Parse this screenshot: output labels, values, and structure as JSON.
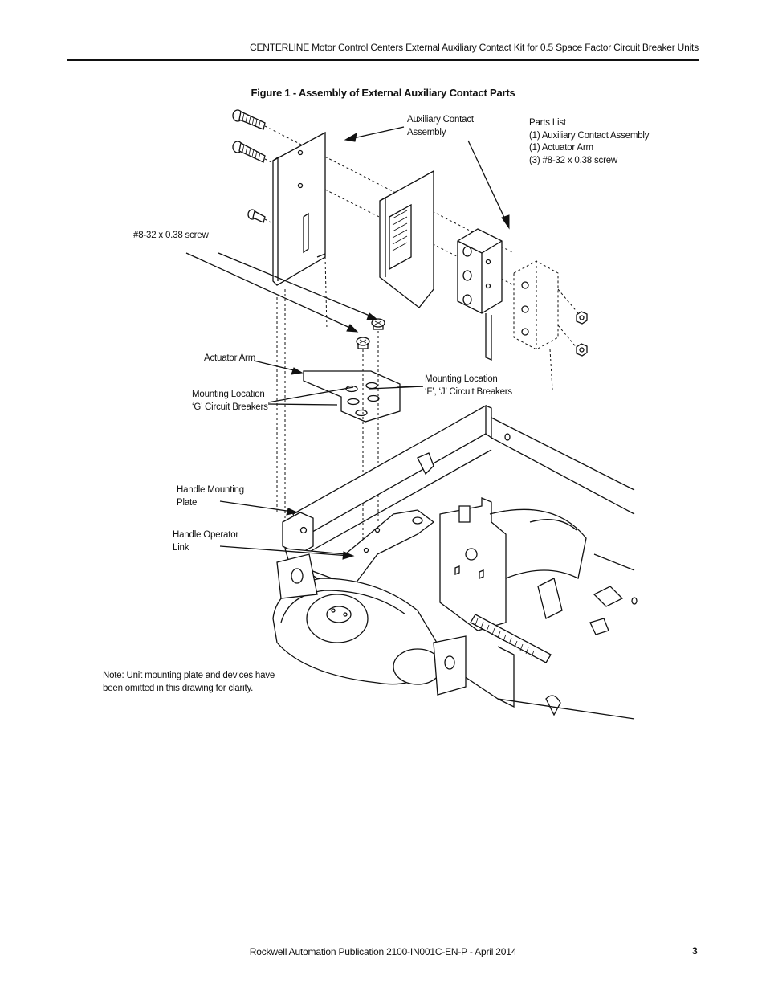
{
  "header": {
    "title": "CENTERLINE Motor Control Centers External Auxiliary Contact Kit for 0.5 Space Factor Circuit Breaker Units"
  },
  "figure": {
    "title": "Figure 1 - Assembly of External Auxiliary Contact Parts",
    "labels": {
      "aux_contact_line1": "Auxiliary Contact",
      "aux_contact_line2": "Assembly",
      "screw": "#8-32 x 0.38 screw",
      "actuator_arm": "Actuator Arm",
      "mount_fj_line1": "Mounting Location",
      "mount_fj_line2": "‘F’, ‘J’ Circuit Breakers",
      "mount_g_line1": "Mounting Location",
      "mount_g_line2": "‘G’ Circuit Breakers",
      "handle_plate_line1": "Handle Mounting",
      "handle_plate_line2": "Plate",
      "handle_link_line1": "Handle Operator",
      "handle_link_line2": "Link",
      "note_line1": "Note: Unit mounting plate and devices have",
      "note_line2": "been omitted in this drawing for clarity."
    },
    "parts_list": {
      "heading": "Parts List",
      "items": [
        "(1) Auxiliary Contact Assembly",
        "(1) Actuator Arm",
        "(3) #8-32 x 0.38 screw"
      ]
    }
  },
  "footer": {
    "publication": "Rockwell Automation Publication 2100-IN001C-EN-P - April 2014",
    "page_number": "3"
  }
}
